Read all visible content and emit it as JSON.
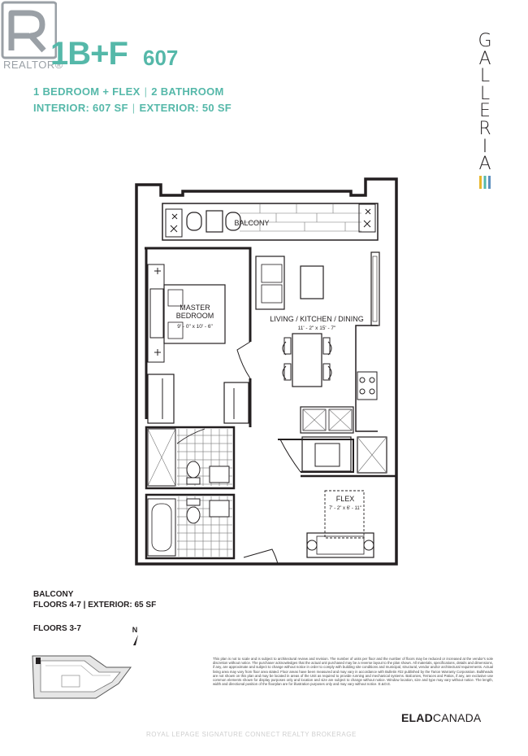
{
  "realtor": {
    "text": "REALTOR®"
  },
  "header": {
    "unit_type": "1B+F",
    "unit_number": "607",
    "bedrooms": "1 BEDROOM + FLEX",
    "bathrooms": "2 BATHROOM",
    "interior": "INTERIOR: 607 SF",
    "exterior": "EXTERIOR: 50 SF"
  },
  "brand": {
    "name": "GALLERIA",
    "letters": [
      "G",
      "A",
      "L",
      "L",
      "E",
      "R",
      "I",
      "A"
    ],
    "bar_colors": [
      "#e8b62a",
      "#55b8a9",
      "#5c8fbf"
    ]
  },
  "plan": {
    "balcony": "BALCONY",
    "master_bedroom_line1": "MASTER",
    "master_bedroom_line2": "BEDROOM",
    "master_bedroom_dims": "9' - 0\" x 10' - 6\"",
    "living": "LIVING / KITCHEN / DINING",
    "living_dims": "11' - 2\" x 15' - 7\"",
    "flex": "FLEX",
    "flex_dims": "7' - 2\" x 6' - 11\""
  },
  "footer": {
    "balcony_label": "BALCONY",
    "balcony_floors": "FLOORS 4-7",
    "balcony_exterior": "EXTERIOR: 65 SF",
    "floors_label": "FLOORS 3-7",
    "north_label": "N",
    "disclaimer": "This plan is not to scale and is subject to architectural review and revision. The number of units per floor and the number of floors may be reduced or increased at the vendor's sole discretion without notice. The purchaser acknowledges that the actual unit purchased may be a reverse layout to the plan shown. All materials, specifications, details and dimensions, if any, are approximate and subject to change without notice in order to comply with building site conditions and municipal, structural, vendor and/or architectural requirements. Actual living area may vary from floor area stated. Floor areas have been measured and may vary in accordance with Bulletin #22 published by the Tarion Warranty Corporation. Bulkheads are not shown on this plan and may be located in areas of the Unit as required to provide running and mechanical systems. Balconies, Terraces and Patios, if any, are exclusive use common elements shown for display purposes only and location and size are subject to change without notice. Window location, size and type may vary without notice. The length, width and directional position of the floorplan are for illustration purposes only and may vary without notice. E.&O.E.",
    "developer_bold": "ELAD",
    "developer_light": "CANADA",
    "watermark": "ROYAL LEPAGE SIGNATURE CONNECT REALTY BROKERAGE"
  }
}
